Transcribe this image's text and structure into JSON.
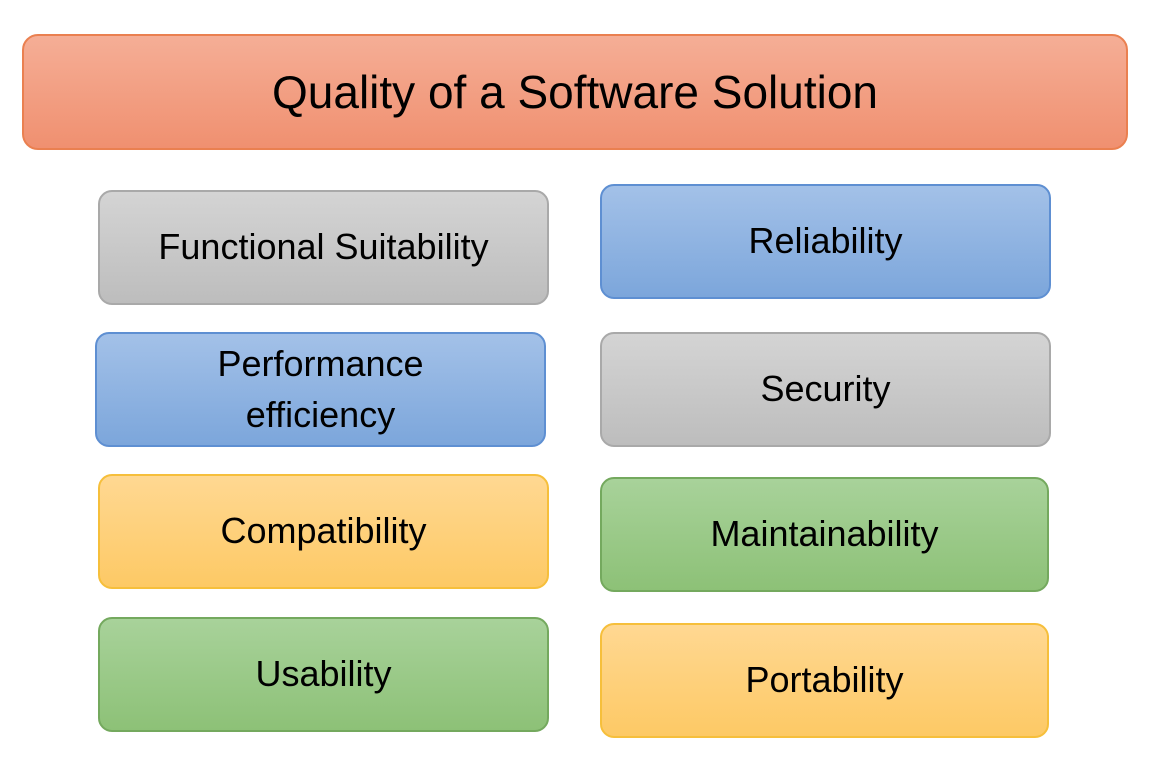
{
  "title": "Quality of a Software Solution",
  "attributes": {
    "functional_suitability": "Functional Suitability",
    "reliability": "Reliability",
    "performance_line1": "Performance",
    "performance_line2": "efficiency",
    "security": "Security",
    "compatibility": "Compatibility",
    "maintainability": "Maintainability",
    "usability": "Usability",
    "portability": "Portability"
  },
  "colors": {
    "title_fill": "#f09a7a",
    "gray_fill": "#c8c8c8",
    "blue_fill": "#8fb4e2",
    "yellow_fill": "#fdd07a",
    "green_fill": "#9aca88"
  }
}
